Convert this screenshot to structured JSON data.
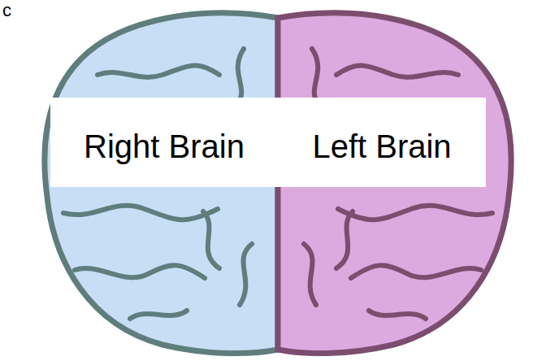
{
  "diagram": {
    "nodes": [
      {
        "text": [
          "Right Brain"
        ]
      },
      {
        "text": [
          "Left Brain"
        ]
      }
    ],
    "labels": [
      "c"
    ]
  }
}
